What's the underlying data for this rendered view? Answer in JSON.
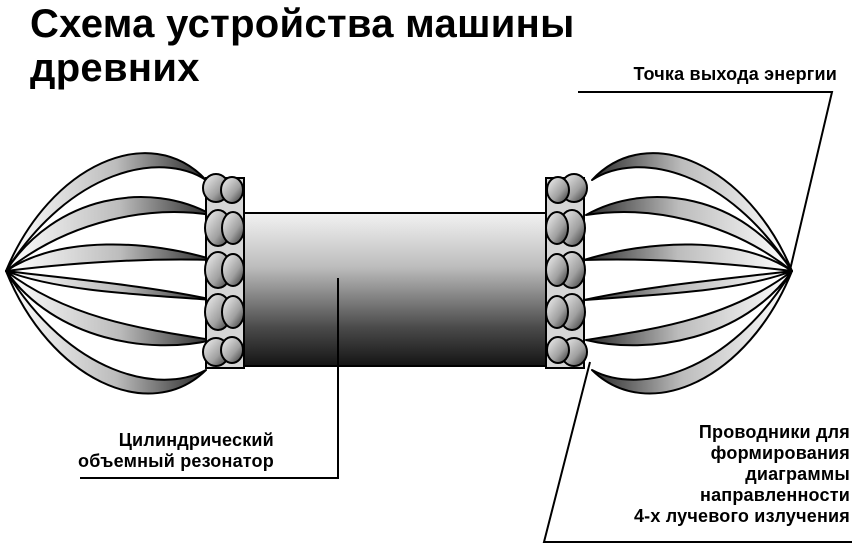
{
  "title_lines": [
    "Схема устройства машины",
    "древних"
  ],
  "labels": {
    "energy_exit": "Точка выхода энергии",
    "resonator": [
      "Цилиндрический",
      "объемный резонатор"
    ],
    "conductors": [
      "Проводники для",
      "формирования",
      "диаграммы",
      "направленности",
      "4-х лучевого излучения"
    ]
  },
  "colors": {
    "ink": "#000000",
    "background": "#ffffff",
    "blade_light": "#e6e6e6",
    "blade_dark": "#2e2e2e"
  }
}
